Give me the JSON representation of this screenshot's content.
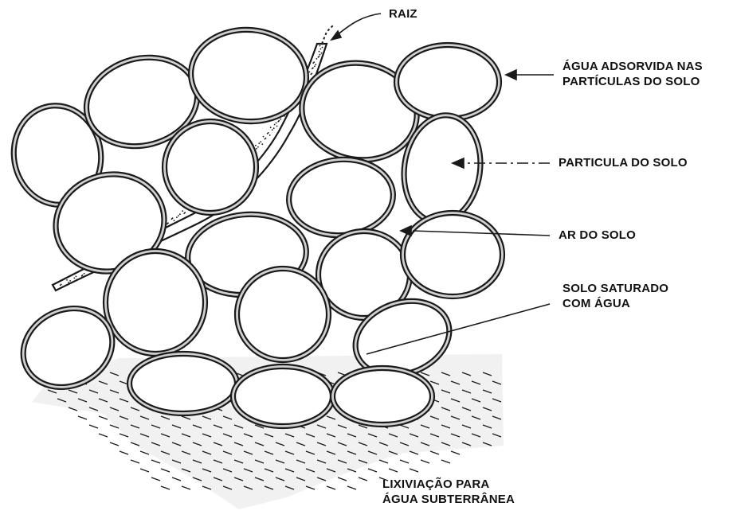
{
  "labels": {
    "root": "RAIZ",
    "adsorbed_water": [
      "ÁGUA ADSORVIDA NAS",
      "PARTÍCULAS DO SOLO"
    ],
    "soil_particle": "PARTICULA DO SOLO",
    "soil_air": "AR DO SOLO",
    "saturated_soil": [
      "SOLO SATURADO",
      "COM ÁGUA"
    ],
    "leaching": [
      "LIXIVIAÇÃO PARA",
      "ÁGUA SUBTERRÂNEA"
    ]
  },
  "colors": {
    "ink": "#1a1a1a",
    "particle_fill": "#ffffff",
    "water_film": "#d0d0d0",
    "background": "#ffffff"
  }
}
